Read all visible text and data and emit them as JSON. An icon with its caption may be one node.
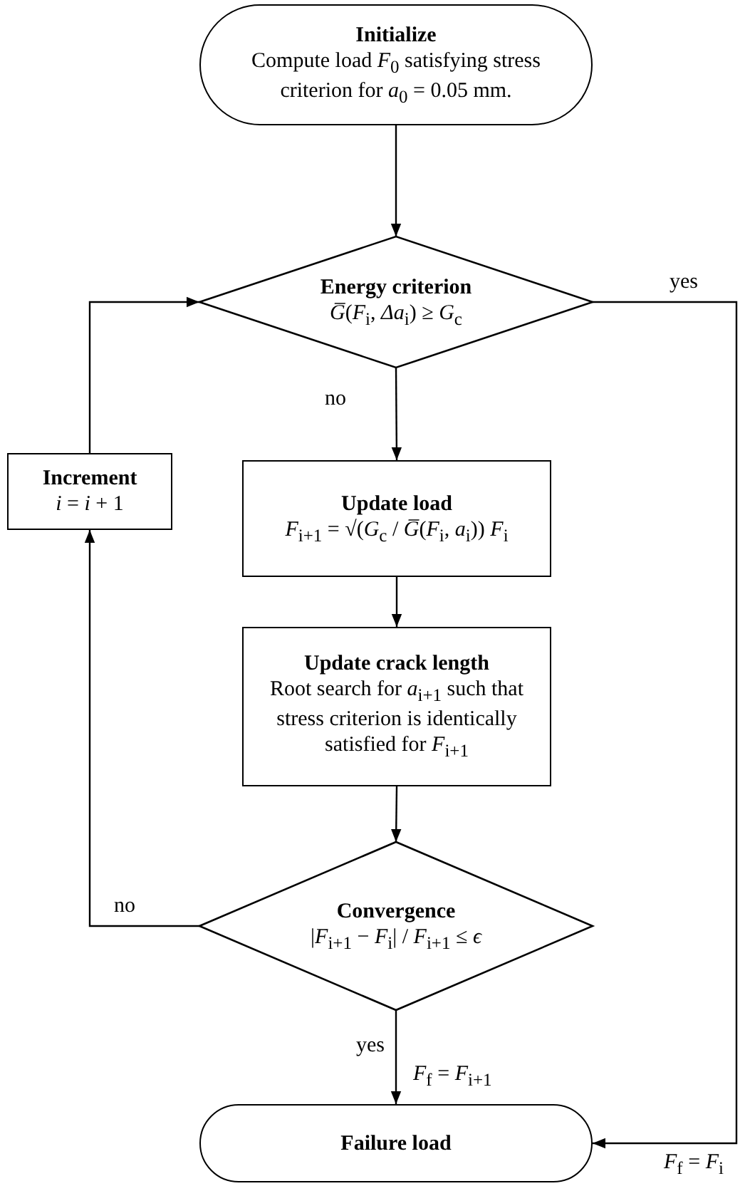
{
  "diagram": {
    "nodes": [
      {
        "text": [
          "Initialize",
          "Compute load *F*$_{0}$ satisfying stress criterion for *a*$_{0}$ = 0.05 mm."
        ]
      },
      {
        "text": [
          "Energy criterion",
          "*G̅*(*F*$_{i}$, *Δa*$_{i}$) ≥ *G*$_{c}$"
        ]
      },
      {
        "text": [
          "Update load",
          "*F*$_{i+1}$ = √(*G*$_{c}$ / *G̅*(*F*$_{i}$, *a*$_{i}$)) *F*$_{i}$"
        ]
      },
      {
        "text": [
          "Update crack length",
          "Root search for *a*$_{i+1}$ such that stress criterion is identically satisfied for *F*$_{i+1}$"
        ]
      },
      {
        "text": [
          "Convergence",
          "|*F*$_{i+1}$ − *F*$_{i}$| / *F*$_{i+1}$ ≤ *ϵ*"
        ]
      },
      {
        "text": [
          "Increment",
          "*i* = *i* + 1"
        ]
      },
      {
        "text": [
          "Failure load"
        ]
      }
    ],
    "edges": [
      {
        "from": 0,
        "to": 1,
        "arrow": "to"
      },
      {
        "from": 1,
        "to": 2,
        "arrow": "to",
        "label": "no"
      },
      {
        "from": 1,
        "to": 6,
        "arrow": "to",
        "label": "yes"
      },
      {
        "from": 2,
        "to": 3,
        "arrow": "to"
      },
      {
        "from": 3,
        "to": 4,
        "arrow": "to"
      },
      {
        "from": 4,
        "to": 5,
        "arrow": "to",
        "label": "no"
      },
      {
        "from": 5,
        "to": 1,
        "arrow": "to"
      },
      {
        "from": 4,
        "to": 6,
        "arrow": "to",
        "label": "yes"
      }
    ],
    "labels": [
      "*F*$_{f}$ = *F*$_{i+1}$",
      "*F*$_{f}$ = *F*$_{i}$"
    ]
  }
}
